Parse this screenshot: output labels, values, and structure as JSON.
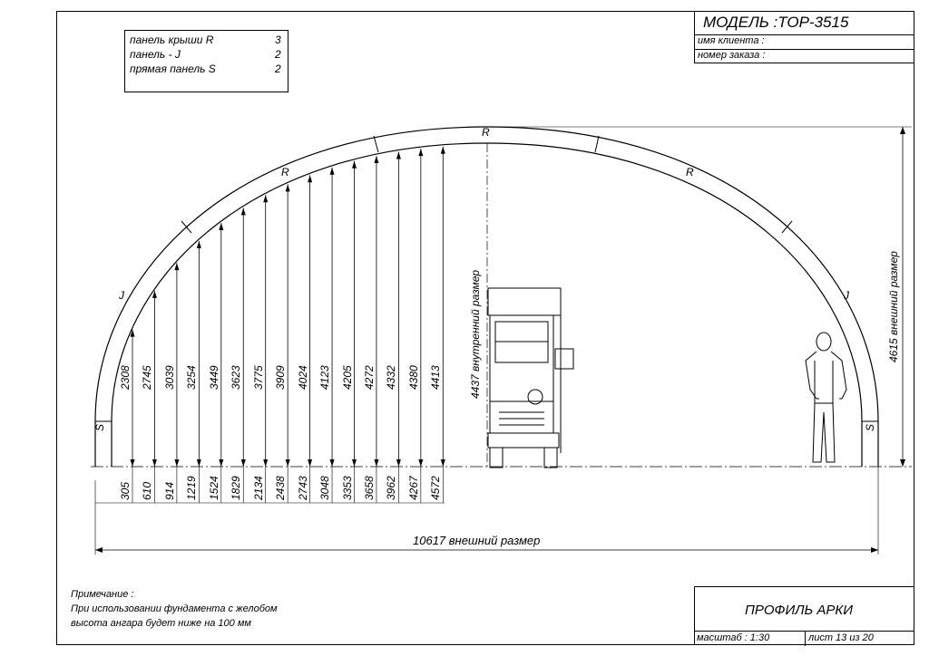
{
  "title_block": {
    "model": "МОДЕЛЬ :TOP-3515",
    "client_label": "имя клиента :",
    "order_label": "номер заказа :",
    "drawing_title": "ПРОФИЛЬ АРКИ",
    "scale": "масштаб : 1:30",
    "sheet": "лист 13 из 20"
  },
  "legend": {
    "rows": [
      {
        "label": "панель крыши R",
        "count": "3"
      },
      {
        "label": "панель - J",
        "count": "2"
      },
      {
        "label": "прямая панель S",
        "count": "2"
      }
    ]
  },
  "panel_marks": {
    "roof_top": "R",
    "roof_left": "R",
    "roof_right": "R",
    "j_left": "J",
    "j_right": "J",
    "s_left": "S",
    "s_right": "S"
  },
  "dimensions": {
    "heights": [
      "2308",
      "2745",
      "3039",
      "3254",
      "3449",
      "3623",
      "3775",
      "3909",
      "4024",
      "4123",
      "4205",
      "4272",
      "4332",
      "4380",
      "4413"
    ],
    "offsets": [
      "305",
      "610",
      "914",
      "1219",
      "1524",
      "1829",
      "2134",
      "2438",
      "2743",
      "3048",
      "3353",
      "3658",
      "3962",
      "4267",
      "4572"
    ],
    "inner_height": "4437  внутренний размер",
    "outer_height": "4615  внешний размер",
    "outer_width": "10617  внешний размер"
  },
  "note": {
    "heading": "Примечание :",
    "line1": "При использовании фундамента с желобом",
    "line2": "высота ангара будет ниже на  100  мм"
  }
}
